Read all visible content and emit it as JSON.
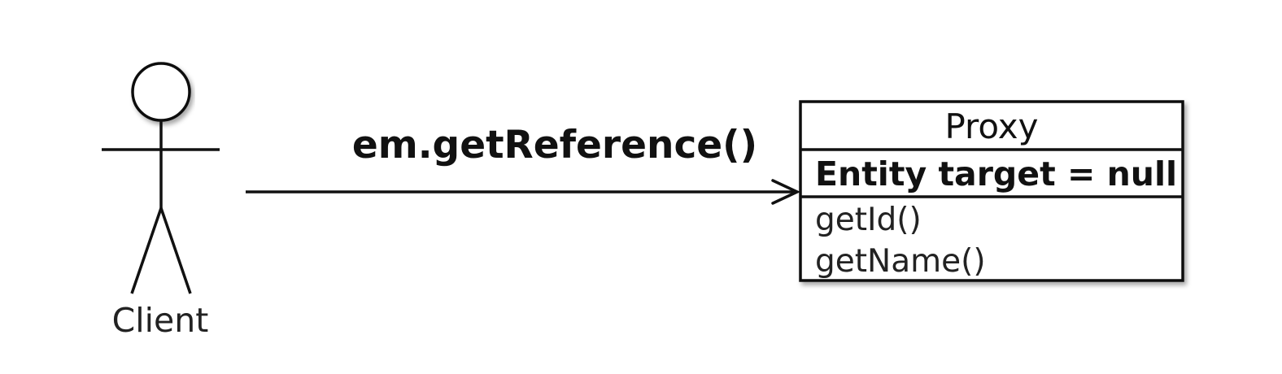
{
  "actor": {
    "label": "Client"
  },
  "message": {
    "label": "em.getReference()"
  },
  "proxy_class": {
    "name": "Proxy",
    "attributes": [
      "Entity target = null"
    ],
    "methods": [
      "getId()",
      "getName()"
    ]
  }
}
